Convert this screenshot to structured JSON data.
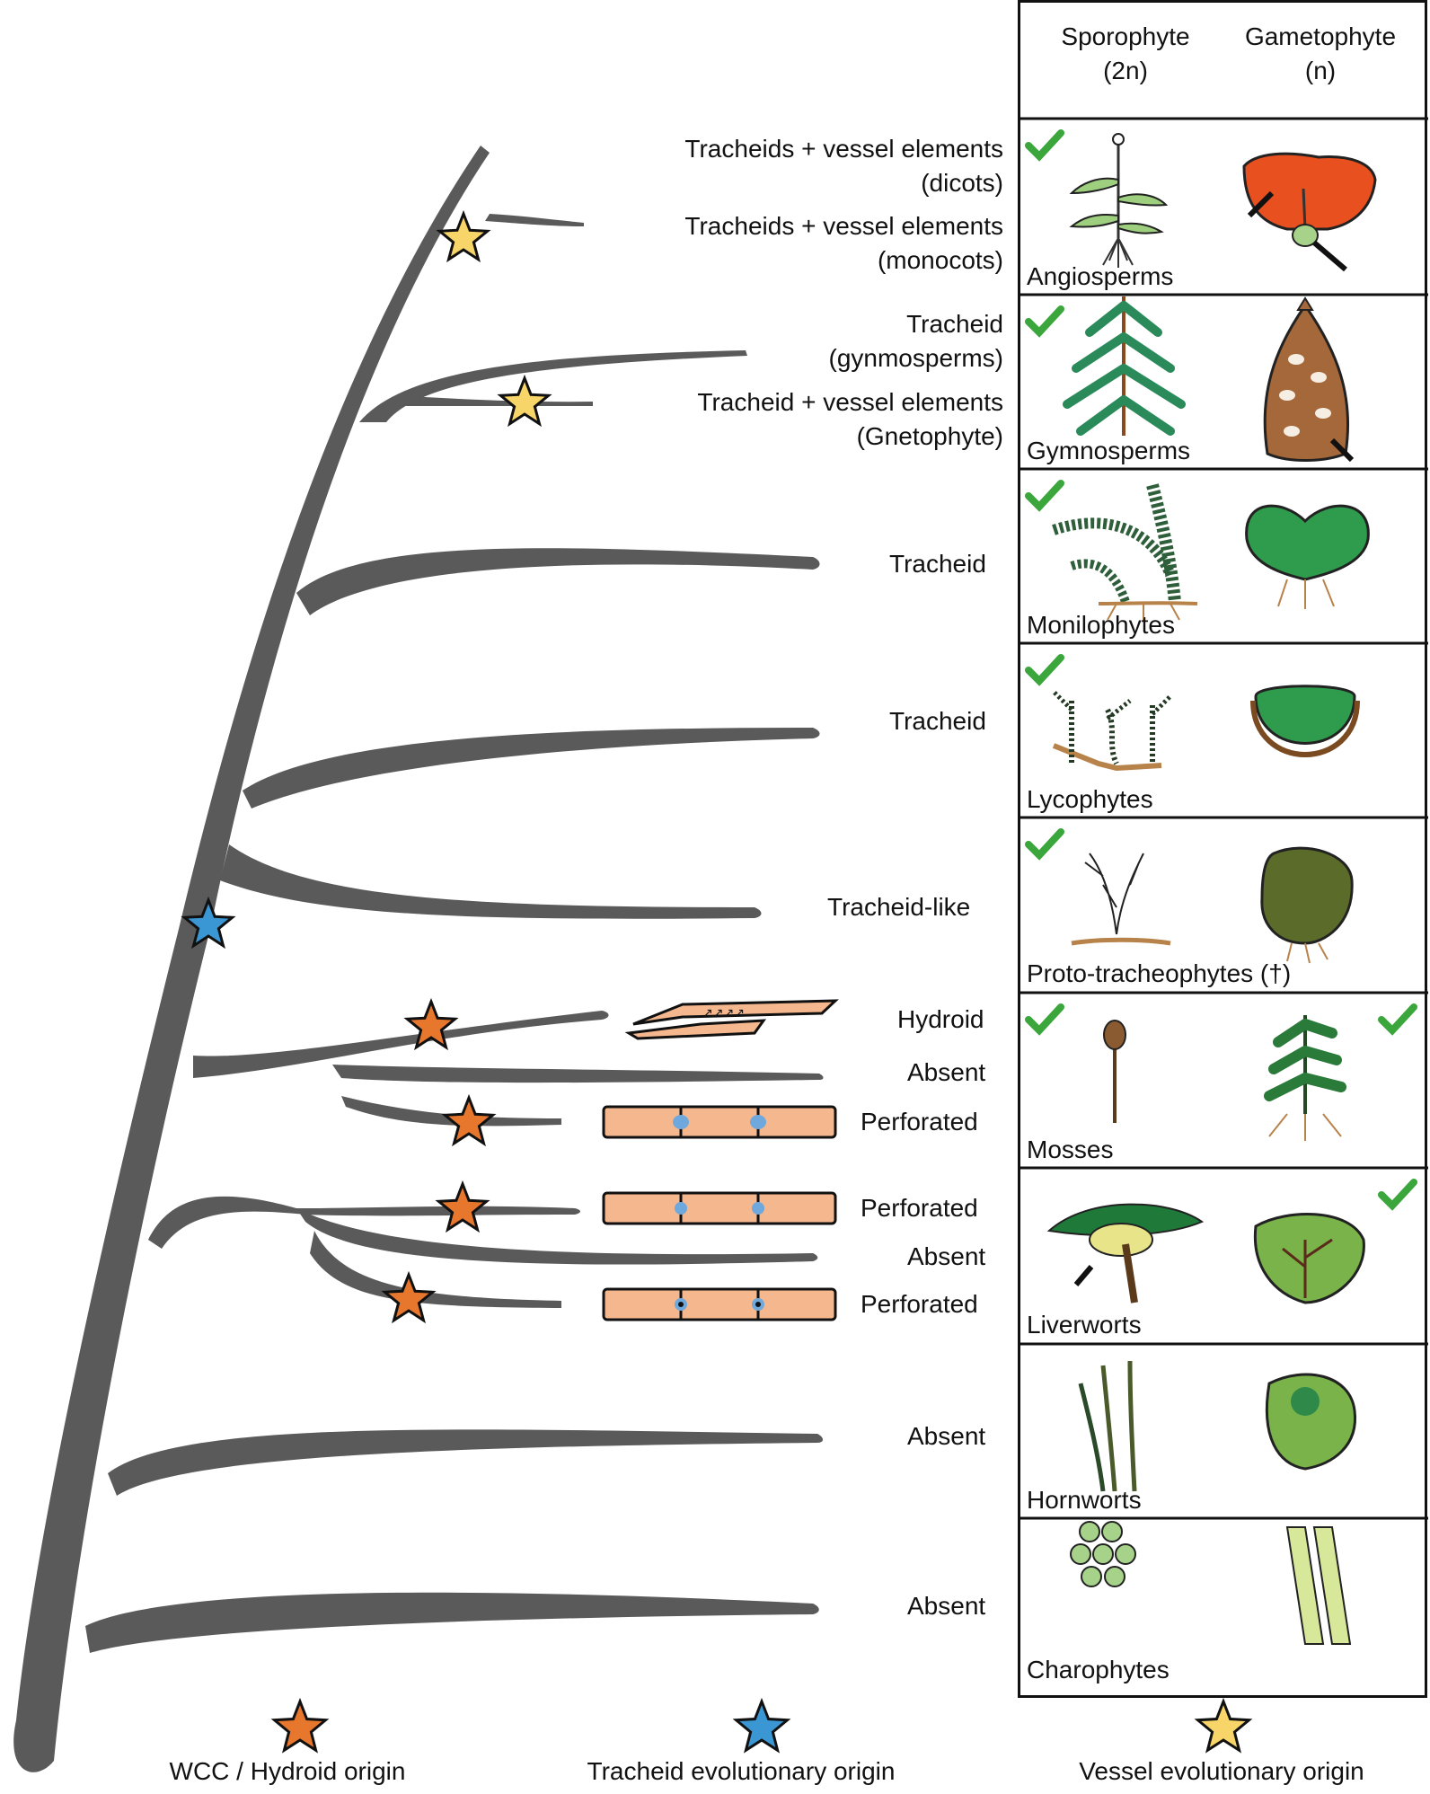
{
  "header": {
    "sporophyte": "Sporophyte",
    "sporophyte_ploidy": "(2n)",
    "gametophyte": "Gametophyte",
    "gametophyte_ploidy": "(n)"
  },
  "tips": [
    {
      "line1": "Tracheids + vessel elements",
      "line2": "(dicots)"
    },
    {
      "line1": "Tracheids + vessel elements",
      "line2": "(monocots)"
    },
    {
      "line1": "Tracheid",
      "line2": "(gynmosperms)"
    },
    {
      "line1": "Tracheid + vessel elements",
      "line2": "(Gnetophyte)"
    },
    {
      "line1": "Tracheid"
    },
    {
      "line1": "Tracheid"
    },
    {
      "line1": "Tracheid-like"
    },
    {
      "line1": "Hydroid"
    },
    {
      "line1": "Absent"
    },
    {
      "line1": "Perforated"
    },
    {
      "line1": "Perforated"
    },
    {
      "line1": "Absent"
    },
    {
      "line1": "Perforated"
    },
    {
      "line1": "Absent"
    },
    {
      "line1": "Absent"
    }
  ],
  "groups": [
    {
      "name": "Angiosperms",
      "sporophyte_check": true,
      "gametophyte_check": false
    },
    {
      "name": "Gymnosperms",
      "sporophyte_check": true,
      "gametophyte_check": false
    },
    {
      "name": "Monilophytes",
      "sporophyte_check": true,
      "gametophyte_check": false
    },
    {
      "name": "Lycophytes",
      "sporophyte_check": true,
      "gametophyte_check": false
    },
    {
      "name": "Proto-tracheophytes (†)",
      "sporophyte_check": true,
      "gametophyte_check": false
    },
    {
      "name": "Mosses",
      "sporophyte_check": true,
      "gametophyte_check": true
    },
    {
      "name": "Liverworts",
      "sporophyte_check": false,
      "gametophyte_check": true
    },
    {
      "name": "Hornworts",
      "sporophyte_check": false,
      "gametophyte_check": false
    },
    {
      "name": "Charophytes",
      "sporophyte_check": false,
      "gametophyte_check": false
    }
  ],
  "legend": [
    {
      "label": "WCC / Hydroid origin",
      "color": "#e8772e"
    },
    {
      "label": "Tracheid evolutionary origin",
      "color": "#3a97d4"
    },
    {
      "label": "Vessel evolutionary origin",
      "color": "#f7d568"
    }
  ],
  "colors": {
    "branch": "#5a5a5b",
    "check": "#3aa63c",
    "cell": "#f5b88e",
    "pit": "#6fa8dc"
  }
}
